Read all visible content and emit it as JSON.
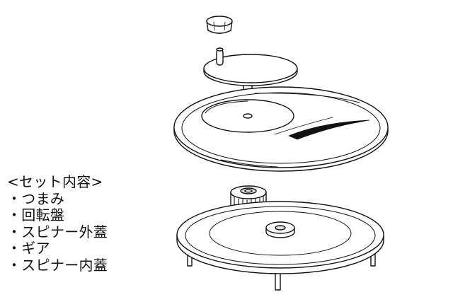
{
  "contents": {
    "heading": "<セット内容>",
    "items": [
      "・つまみ",
      "・回転盤",
      "・スピナー外蓋",
      "・ギア",
      "・スピナー内蓋"
    ]
  },
  "colors": {
    "line": "#111111",
    "fill": "#ffffff",
    "shade": "#dcdcdc"
  }
}
